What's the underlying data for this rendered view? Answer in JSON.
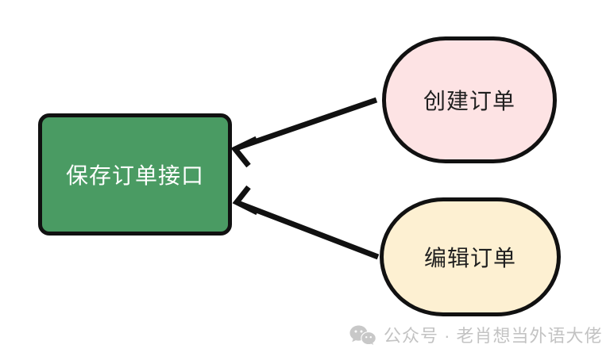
{
  "diagram": {
    "background_color": "#ffffff",
    "stroke_color": "#111111",
    "nodes": [
      {
        "id": "save-order-interface",
        "label": "保存订单接口",
        "shape": "rounded-rectangle",
        "fill": "#4a9b63",
        "text_color": "#ffffff"
      },
      {
        "id": "create-order",
        "label": "创建订单",
        "shape": "stadium",
        "fill": "#fde3e4",
        "text_color": "#1f1f1f"
      },
      {
        "id": "edit-order",
        "label": "编辑订单",
        "shape": "stadium",
        "fill": "#fdf0d2",
        "text_color": "#1f1f1f"
      }
    ],
    "edges": [
      {
        "id": "create-to-save",
        "from": "create-order",
        "to": "save-order-interface",
        "label": "",
        "direction": "to-left"
      },
      {
        "id": "edit-to-save",
        "from": "edit-order",
        "to": "save-order-interface",
        "label": "",
        "direction": "to-left"
      }
    ]
  },
  "watermark": {
    "icon": "wechat-icon",
    "text": "公众号 · 老肖想当外语大佬",
    "color": "#c3c3c3"
  }
}
